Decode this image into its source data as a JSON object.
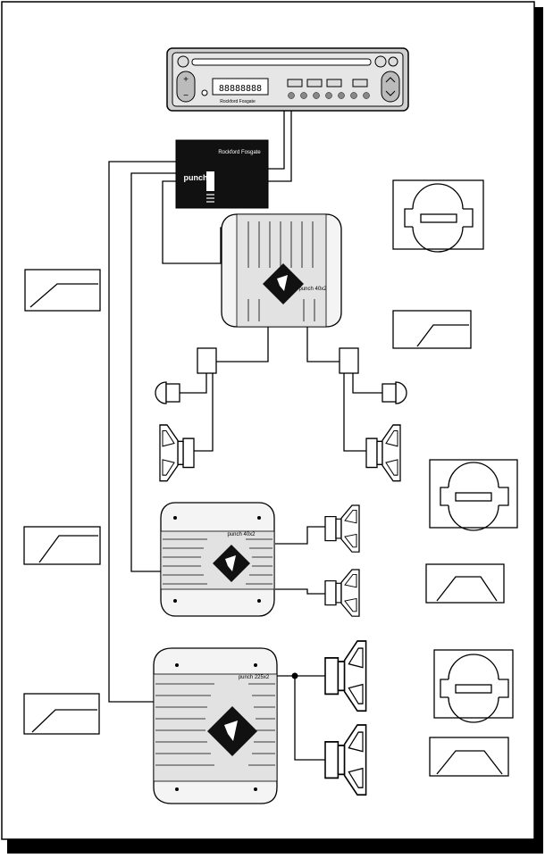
{
  "head_unit": {
    "display": "88888888",
    "brand": "Rockford Fosgate",
    "plus": "+",
    "minus": "−"
  },
  "processor": {
    "brand": "Rockford Fosgate",
    "name": "punch"
  },
  "amp_top": {
    "label": "punch 40x2"
  },
  "amp_mid": {
    "label": "punch 40x2"
  },
  "amp_bottom": {
    "label": "punch 225x2"
  },
  "colors": {
    "ink": "#111111",
    "fill_light": "#f2f2f2",
    "fill_mid": "#dcdcdc",
    "border": "#000000"
  },
  "icons": [
    "highpass-filter-icon",
    "bandpass-filter-icon",
    "bridge-switch-icon",
    "tweeter-icon",
    "woofer-icon",
    "crossover-icon",
    "rockford-logo-icon"
  ]
}
